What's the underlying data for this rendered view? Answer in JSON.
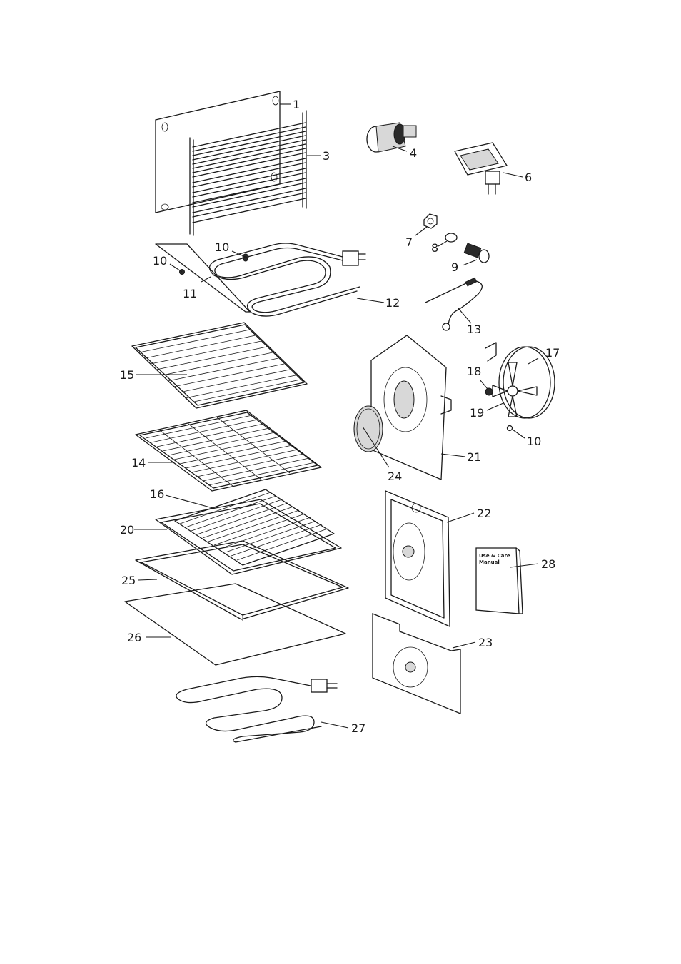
{
  "labels": {
    "l1": "1",
    "l3": "3",
    "l4": "4",
    "l6": "6",
    "l7": "7",
    "l8": "8",
    "l9": "9",
    "l10a": "10",
    "l10b": "10",
    "l10c": "10",
    "l11": "11",
    "l12": "12",
    "l13": "13",
    "l14": "14",
    "l15": "15",
    "l16": "16",
    "l17": "17",
    "l18": "18",
    "l19": "19",
    "l20": "20",
    "l21": "21",
    "l22": "22",
    "l23": "23",
    "l24": "24",
    "l25": "25",
    "l26": "26",
    "l27": "27",
    "l28": "28"
  },
  "manual": {
    "line1": "Use & Care",
    "line2": "Manual"
  }
}
